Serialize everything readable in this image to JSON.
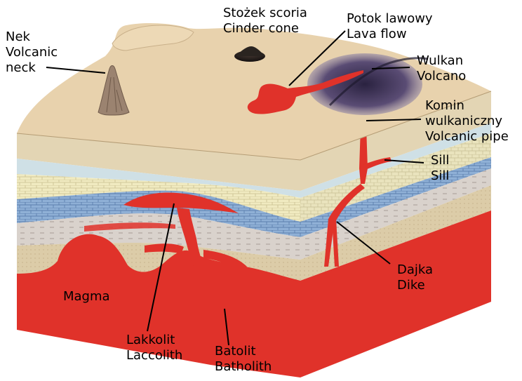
{
  "labels": {
    "neck": {
      "pl": "Nek",
      "en1": "Volcanic",
      "en2": "neck"
    },
    "cinder": {
      "pl": "Stożek scoria",
      "en": "Cinder cone"
    },
    "lava": {
      "pl": "Potok lawowy",
      "en": "Lava flow"
    },
    "volcano": {
      "pl": "Wulkan",
      "en": "Volcano"
    },
    "pipe": {
      "pl1": "Komin",
      "pl2": "wulkaniczny",
      "en": "Volcanic pipe"
    },
    "sill": {
      "pl": "Sill",
      "en": "Sill"
    },
    "dike": {
      "pl": "Dajka",
      "en": "Dike"
    },
    "magma": {
      "text": "Magma"
    },
    "laccolith": {
      "pl": "Lakkolit",
      "en": "Laccolith"
    },
    "batholith": {
      "pl": "Batolit",
      "en": "Batholith"
    }
  },
  "colors": {
    "surface": "#e8d2ad",
    "magma": "#e0322a",
    "layer_tan": "#dccca8",
    "layer_cream": "#f0eac0",
    "layer_blue": "#8fb0d6",
    "layer_lightblue": "#cfe0e6",
    "layer_grey": "#d9d2cc",
    "neck": "#9b8370",
    "cone": "#2a2420",
    "volcano_dark": "#3a3050"
  }
}
